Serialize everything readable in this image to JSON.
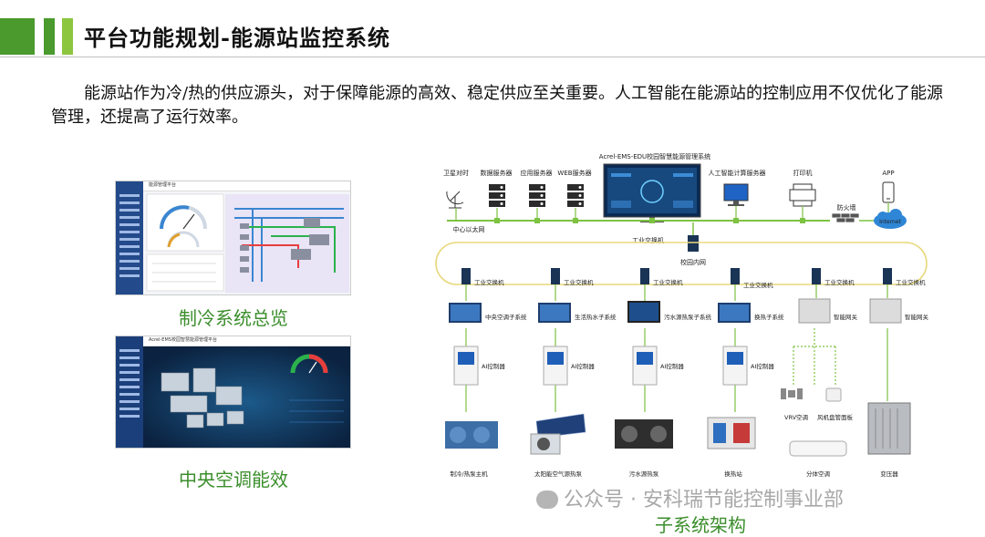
{
  "header": {
    "title": "平台功能规划-能源站监控系统"
  },
  "intro": "能源站作为冷/热的供应源头，对于保障能源的高效、稳定供应至关重要。人工智能在能源站的控制应用不仅优化了能源管理，还提高了运行效率。",
  "screens": {
    "cooling": {
      "caption": "制冷系统总览",
      "app_title": "能源管理平台"
    },
    "hvac": {
      "caption": "中央空调能效",
      "app_title": "Acrel-EMS校园智慧能源管理平台"
    }
  },
  "diagram": {
    "caption": "子系统架构",
    "system_title": "Acrel-EMS-EDU校园智慧能源管理系统",
    "top_devices": [
      {
        "label": "卫星对时",
        "icon": "satellite-icon"
      },
      {
        "label": "数据服务器",
        "icon": "server-icon"
      },
      {
        "label": "应用服务器",
        "icon": "server-icon"
      },
      {
        "label": "WEB服务器",
        "icon": "server-icon"
      },
      {
        "label": "人工智能计算服务器",
        "icon": "computer-icon"
      },
      {
        "label": "打印机",
        "icon": "printer-icon"
      },
      {
        "label": "APP",
        "icon": "phone-icon"
      }
    ],
    "center_ethernet": "中心以太网",
    "firewall": "防火墙",
    "internet": "Internet",
    "core_switch": "工业交换机",
    "campus_net": "校园内网",
    "switch_label": "工业交换机",
    "columns": [
      {
        "subsystem": "中央空调子系统",
        "controller": "AI控制器",
        "equipment": "制冷/热泵主机"
      },
      {
        "subsystem": "生活热水子系统",
        "controller": "AI控制器",
        "equipment": "太阳能空气源热泵"
      },
      {
        "subsystem": "污水源热泵子系统",
        "controller": "AI控制器",
        "equipment": "污水源热泵"
      },
      {
        "subsystem": "换热子系统",
        "controller": "AI控制器",
        "equipment": "换热站"
      },
      {
        "subsystem": "智能网关",
        "controller": "",
        "equipment": "分体空调"
      },
      {
        "subsystem": "智能网关",
        "controller": "",
        "equipment": "变压器"
      }
    ],
    "vrv_label": "VRV空调",
    "fan_coil_label": "风机盘管面板"
  },
  "watermark": "公众号 · 安科瑞节能控制事业部",
  "colors": {
    "brand_green": "#4a9a2e",
    "light_green": "#8cc63f",
    "caption_green": "#3b8e2c",
    "bus_green": "#7dc242",
    "ring_yellow": "#e8d87a"
  }
}
